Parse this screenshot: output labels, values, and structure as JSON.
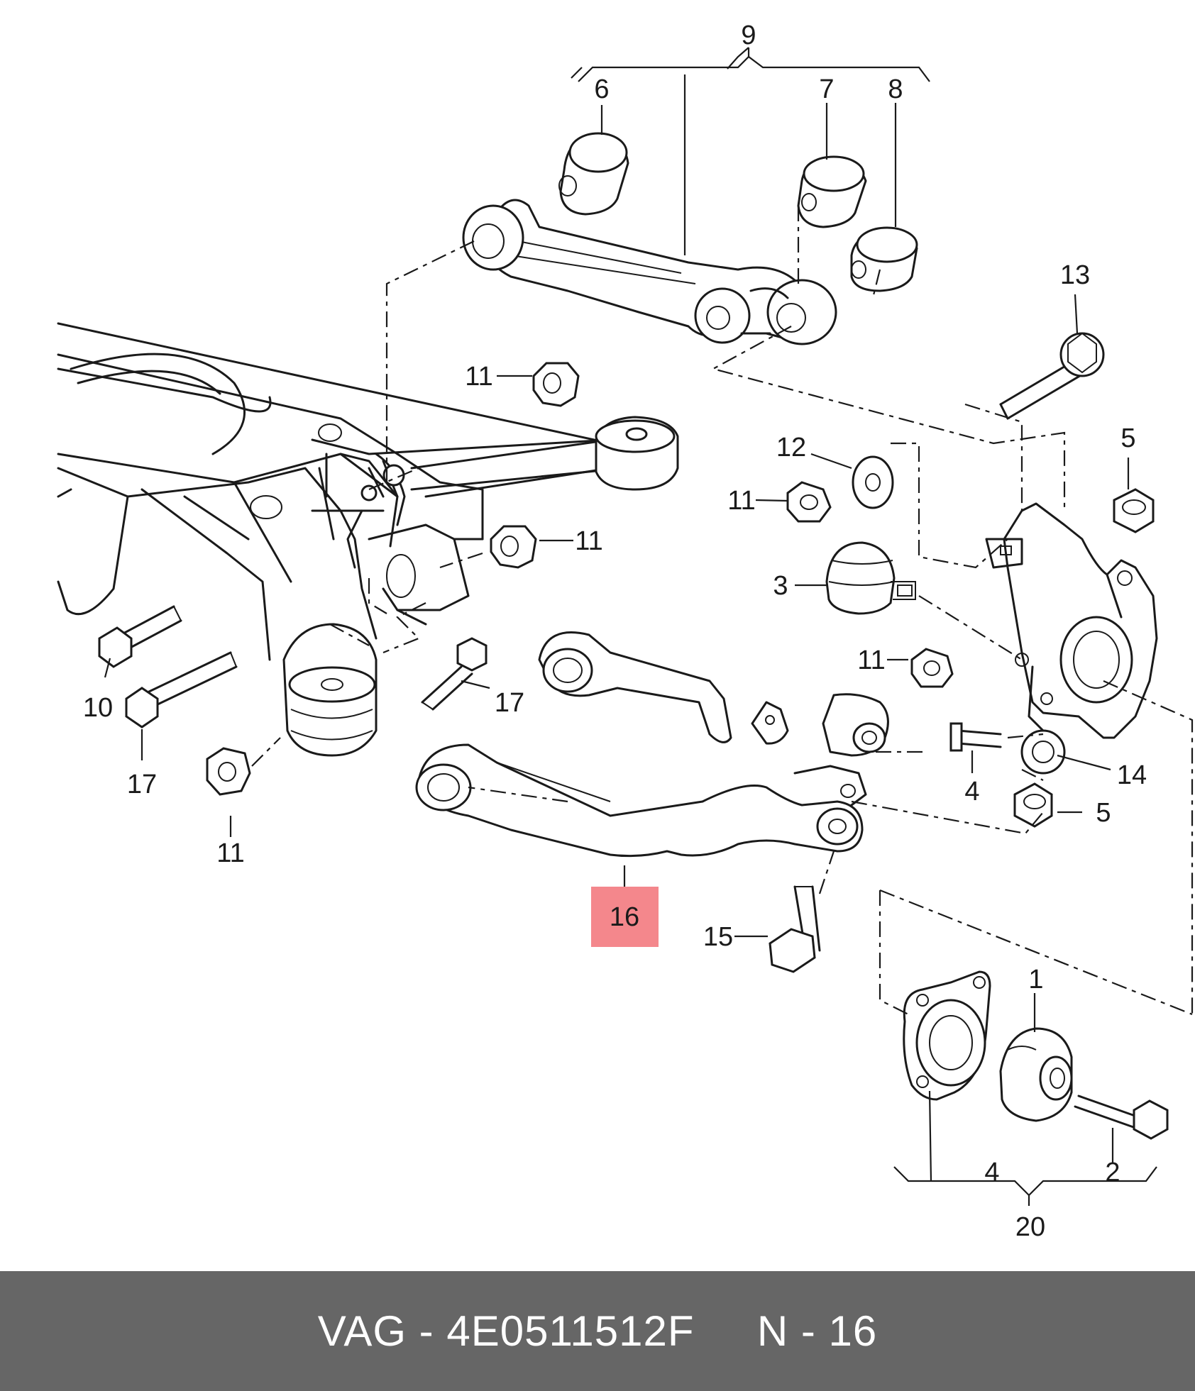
{
  "footer": {
    "text": "VAG - 4E0511512F     N - 16"
  },
  "highlight_color": "#f4878c",
  "callouts": {
    "c9": "9",
    "c6": "6",
    "c7": "7",
    "c8": "8",
    "c13": "13",
    "c11a": "11",
    "c11b": "11",
    "c11c": "11",
    "c11d": "11",
    "c11e": "11",
    "c12": "12",
    "c5a": "5",
    "c5b": "5",
    "c3": "3",
    "c10": "10",
    "c17a": "17",
    "c17b": "17",
    "c4a": "4",
    "c14": "14",
    "c16": "16",
    "c15": "15",
    "c1": "1",
    "c2": "2",
    "c4b": "4",
    "c20": "20"
  }
}
